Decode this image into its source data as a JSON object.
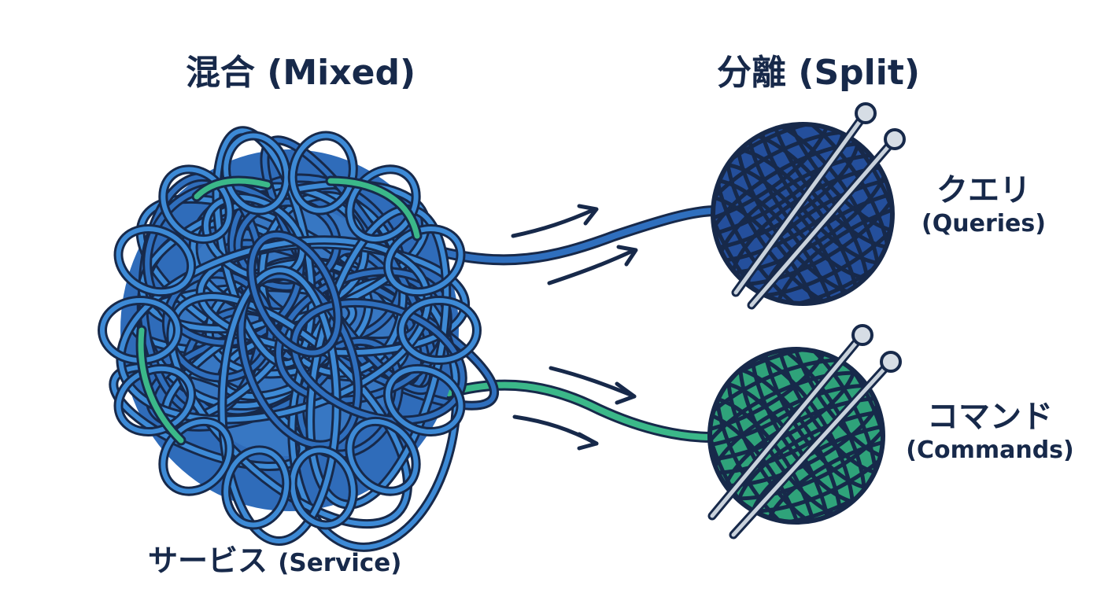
{
  "headings": {
    "mixed": "混合 (Mixed)",
    "split": "分離 (Split)"
  },
  "service": {
    "jp": "サービス",
    "en": "(Service)"
  },
  "queries": {
    "jp": "クエリ",
    "en": "(Queries)"
  },
  "commands": {
    "jp": "コマンド",
    "en": "(Commands)"
  },
  "colors": {
    "outline": "#17294a",
    "blue_yarn": "#2f6fbe",
    "blue_yarn_light": "#3d8ad6",
    "query_ball": "#244f9c",
    "command_ball": "#2fa37a",
    "green_strand": "#3bb889"
  },
  "icons": [
    "tangled-yarn-icon",
    "yarn-ball-icon",
    "knitting-needle-icon",
    "arrow-icon"
  ]
}
